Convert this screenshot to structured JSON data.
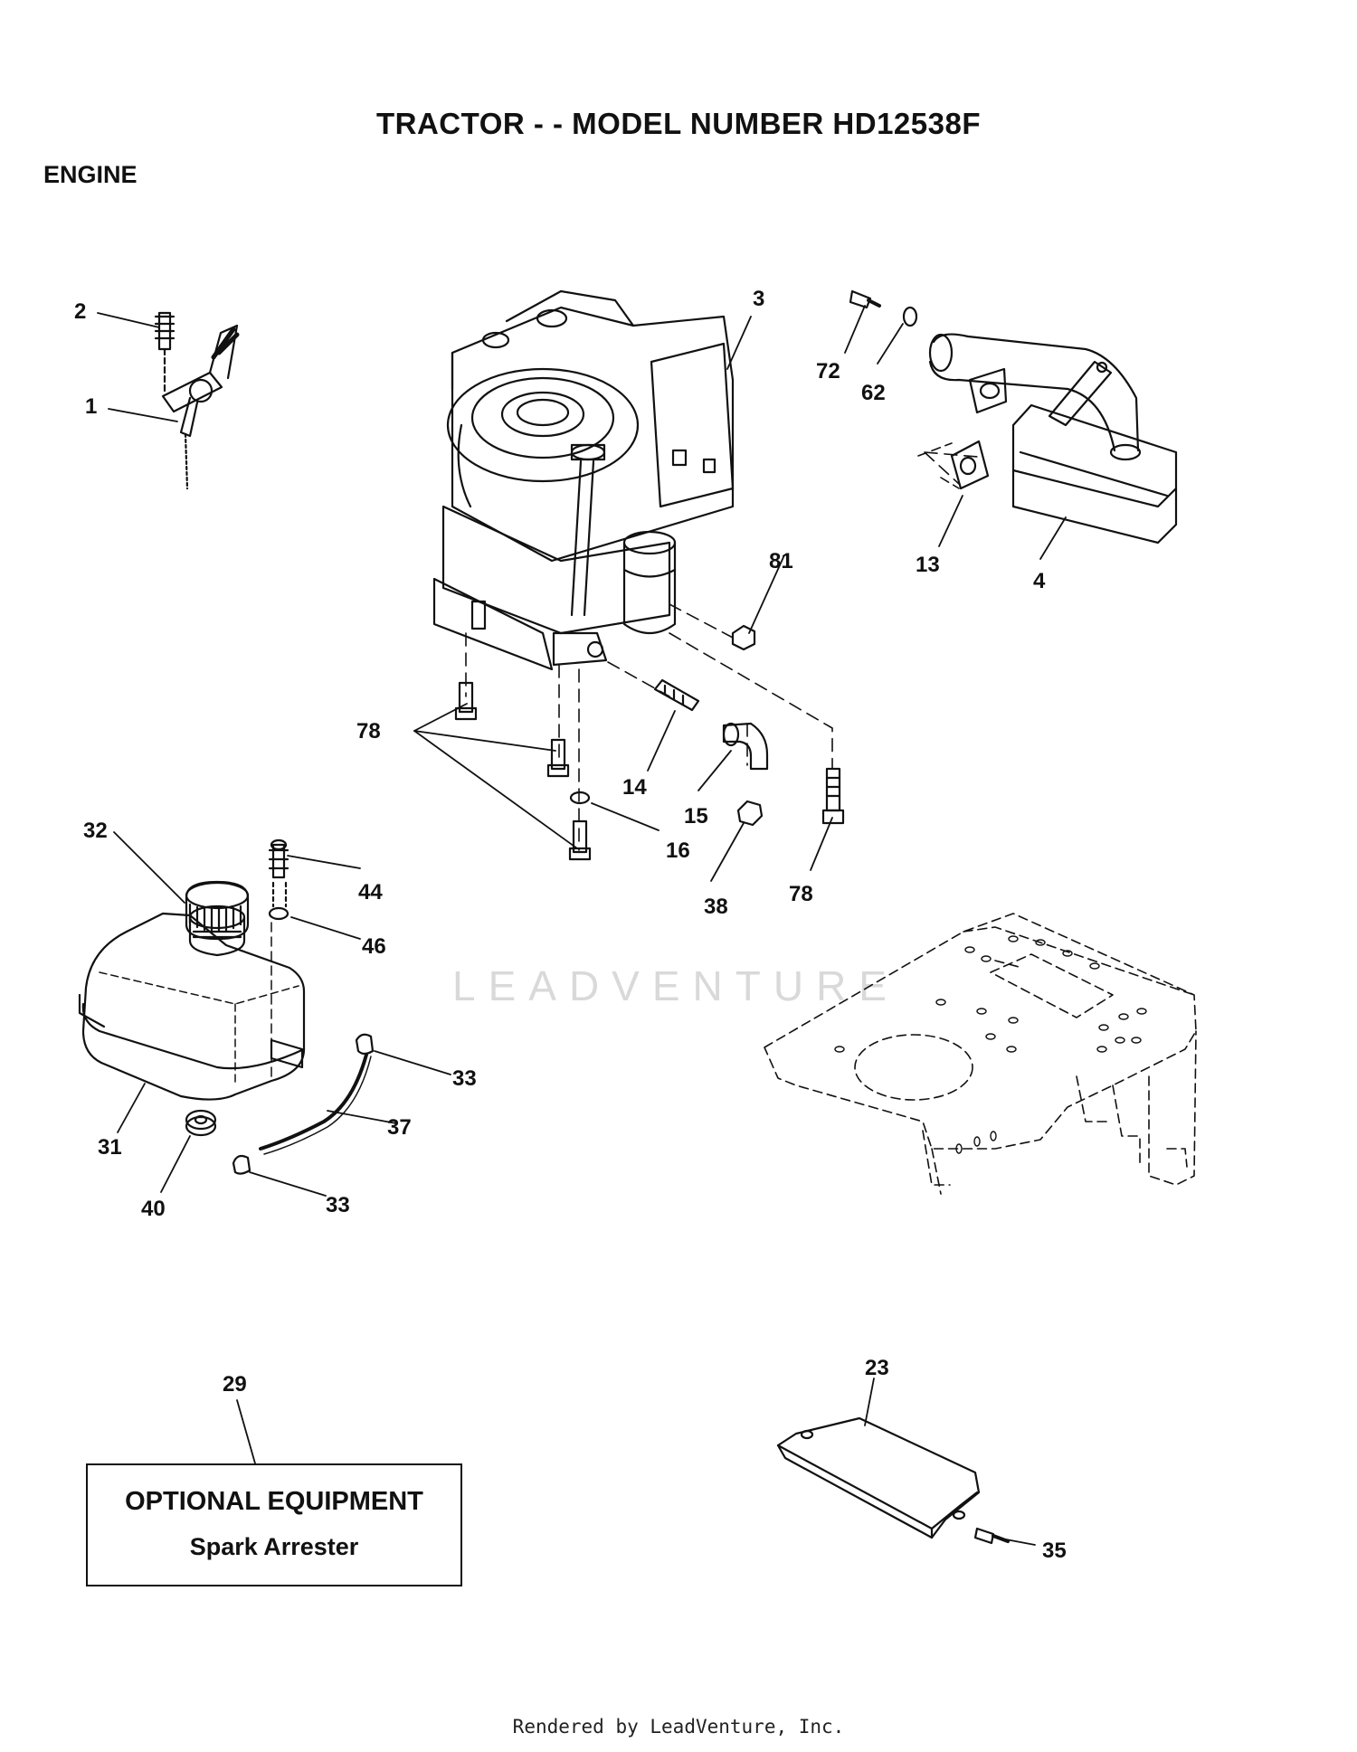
{
  "header": {
    "title": "TRACTOR - - MODEL NUMBER HD12538F",
    "section": "ENGINE"
  },
  "watermark": "LEADVENTURE",
  "parts": [
    {
      "id": "p2",
      "label": "2"
    },
    {
      "id": "p1",
      "label": "1"
    },
    {
      "id": "p3",
      "label": "3"
    },
    {
      "id": "p72",
      "label": "72"
    },
    {
      "id": "p62",
      "label": "62"
    },
    {
      "id": "p81",
      "label": "81"
    },
    {
      "id": "p13",
      "label": "13"
    },
    {
      "id": "p4",
      "label": "4"
    },
    {
      "id": "p78a",
      "label": "78"
    },
    {
      "id": "p14",
      "label": "14"
    },
    {
      "id": "p15",
      "label": "15"
    },
    {
      "id": "p16",
      "label": "16"
    },
    {
      "id": "p38",
      "label": "38"
    },
    {
      "id": "p78b",
      "label": "78"
    },
    {
      "id": "p32",
      "label": "32"
    },
    {
      "id": "p44",
      "label": "44"
    },
    {
      "id": "p46",
      "label": "46"
    },
    {
      "id": "p33a",
      "label": "33"
    },
    {
      "id": "p37",
      "label": "37"
    },
    {
      "id": "p31",
      "label": "31"
    },
    {
      "id": "p40",
      "label": "40"
    },
    {
      "id": "p33b",
      "label": "33"
    },
    {
      "id": "p29",
      "label": "29"
    },
    {
      "id": "p23",
      "label": "23"
    },
    {
      "id": "p35",
      "label": "35"
    }
  ],
  "optional_box": {
    "title": "OPTIONAL EQUIPMENT",
    "subtitle": "Spark Arrester"
  },
  "footer": "Rendered by LeadVenture, Inc."
}
